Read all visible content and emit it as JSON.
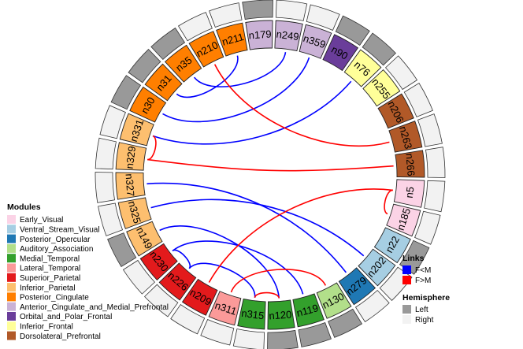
{
  "nodes": [
    {
      "label": "n5",
      "module": "Early_Visual",
      "hemisphere": "Right"
    },
    {
      "label": "n185",
      "module": "Early_Visual",
      "hemisphere": "Right"
    },
    {
      "label": "n22",
      "module": "Ventral_Stream_Visual",
      "hemisphere": "Left"
    },
    {
      "label": "n202",
      "module": "Ventral_Stream_Visual",
      "hemisphere": "Right"
    },
    {
      "label": "n279",
      "module": "Posterior_Opercular",
      "hemisphere": "Right"
    },
    {
      "label": "n130",
      "module": "Auditory_Association",
      "hemisphere": "Left"
    },
    {
      "label": "n119",
      "module": "Medial_Temporal",
      "hemisphere": "Left"
    },
    {
      "label": "n120",
      "module": "Medial_Temporal",
      "hemisphere": "Left"
    },
    {
      "label": "n315",
      "module": "Medial_Temporal",
      "hemisphere": "Right"
    },
    {
      "label": "n311",
      "module": "Lateral_Temporal",
      "hemisphere": "Right"
    },
    {
      "label": "n209",
      "module": "Superior_Parietal",
      "hemisphere": "Right"
    },
    {
      "label": "n226",
      "module": "Superior_Parietal",
      "hemisphere": "Right"
    },
    {
      "label": "n230",
      "module": "Superior_Parietal",
      "hemisphere": "Right"
    },
    {
      "label": "n149",
      "module": "Inferior_Parietal",
      "hemisphere": "Left"
    },
    {
      "label": "n325",
      "module": "Inferior_Parietal",
      "hemisphere": "Right"
    },
    {
      "label": "n327",
      "module": "Inferior_Parietal",
      "hemisphere": "Right"
    },
    {
      "label": "n329",
      "module": "Inferior_Parietal",
      "hemisphere": "Right"
    },
    {
      "label": "n331",
      "module": "Inferior_Parietal",
      "hemisphere": "Right"
    },
    {
      "label": "n30",
      "module": "Posterior_Cingulate",
      "hemisphere": "Left"
    },
    {
      "label": "n31",
      "module": "Posterior_Cingulate",
      "hemisphere": "Left"
    },
    {
      "label": "n35",
      "module": "Posterior_Cingulate",
      "hemisphere": "Left"
    },
    {
      "label": "n210",
      "module": "Posterior_Cingulate",
      "hemisphere": "Right"
    },
    {
      "label": "n211",
      "module": "Posterior_Cingulate",
      "hemisphere": "Right"
    },
    {
      "label": "n179",
      "module": "Anterior_Cingulate_and_Medial_Prefrontal",
      "hemisphere": "Left"
    },
    {
      "label": "n249",
      "module": "Anterior_Cingulate_and_Medial_Prefrontal",
      "hemisphere": "Right"
    },
    {
      "label": "n359",
      "module": "Anterior_Cingulate_and_Medial_Prefrontal",
      "hemisphere": "Right"
    },
    {
      "label": "n90",
      "module": "Orbital_and_Polar_Frontal",
      "hemisphere": "Left"
    },
    {
      "label": "n76",
      "module": "Inferior_Frontal",
      "hemisphere": "Left"
    },
    {
      "label": "n255",
      "module": "Inferior_Frontal",
      "hemisphere": "Right"
    },
    {
      "label": "n206",
      "module": "Dorsolateral_Prefrontal",
      "hemisphere": "Right"
    },
    {
      "label": "n263",
      "module": "Dorsolateral_Prefrontal",
      "hemisphere": "Right"
    },
    {
      "label": "n266",
      "module": "Dorsolateral_Prefrontal",
      "hemisphere": "Right"
    }
  ],
  "links": [
    {
      "from": "n31",
      "to": "n211",
      "type": "F<M"
    },
    {
      "from": "n35",
      "to": "n249",
      "type": "F<M"
    },
    {
      "from": "n30",
      "to": "n359",
      "type": "F<M"
    },
    {
      "from": "n331",
      "to": "n76",
      "type": "F<M"
    },
    {
      "from": "n210",
      "to": "n263",
      "type": "F>M"
    },
    {
      "from": "n329",
      "to": "n266",
      "type": "F>M"
    },
    {
      "from": "n331",
      "to": "n329",
      "type": "F>M"
    },
    {
      "from": "n327",
      "to": "n279",
      "type": "F<M"
    },
    {
      "from": "n325",
      "to": "n202",
      "type": "F<M"
    },
    {
      "from": "n149",
      "to": "n120",
      "type": "F<M"
    },
    {
      "from": "n230",
      "to": "n226",
      "type": "F<M"
    },
    {
      "from": "n230",
      "to": "n119",
      "type": "F<M"
    },
    {
      "from": "n226",
      "to": "n315",
      "type": "F<M"
    },
    {
      "from": "n209",
      "to": "n5",
      "type": "F>M"
    },
    {
      "from": "n311",
      "to": "n130",
      "type": "F>M"
    },
    {
      "from": "n315",
      "to": "n120",
      "type": "F>M"
    },
    {
      "from": "n5",
      "to": "n185",
      "type": "F>M"
    }
  ],
  "modules": [
    {
      "name": "Early_Visual",
      "color": "#FBD3E6"
    },
    {
      "name": "Ventral_Stream_Visual",
      "color": "#A6CEE3"
    },
    {
      "name": "Posterior_Opercular",
      "color": "#1F78B4"
    },
    {
      "name": "Auditory_Association",
      "color": "#B2DF8A"
    },
    {
      "name": "Medial_Temporal",
      "color": "#33A02C"
    },
    {
      "name": "Lateral_Temporal",
      "color": "#FB9A99"
    },
    {
      "name": "Superior_Parietal",
      "color": "#E31A1C"
    },
    {
      "name": "Inferior_Parietal",
      "color": "#FDBF6F"
    },
    {
      "name": "Posterior_Cingulate",
      "color": "#FF7F00"
    },
    {
      "name": "Anterior_Cingulate_and_Medial_Prefrontal",
      "color": "#CAB2D6"
    },
    {
      "name": "Orbital_and_Polar_Frontal",
      "color": "#6A3D9A"
    },
    {
      "name": "Inferior_Frontal",
      "color": "#FFFF99"
    },
    {
      "name": "Dorsolateral_Prefrontal",
      "color": "#B15928"
    }
  ],
  "legend": {
    "modules_title": "Modules",
    "links_title": "Links",
    "links": [
      {
        "label": "F<M",
        "color": "#0000FF"
      },
      {
        "label": "F>M",
        "color": "#FF0000"
      }
    ],
    "hemisphere_title": "Hemisphere",
    "hemispheres": [
      {
        "label": "Left",
        "color": "#999999"
      },
      {
        "label": "Right",
        "color": "#F2F2F2"
      }
    ]
  }
}
